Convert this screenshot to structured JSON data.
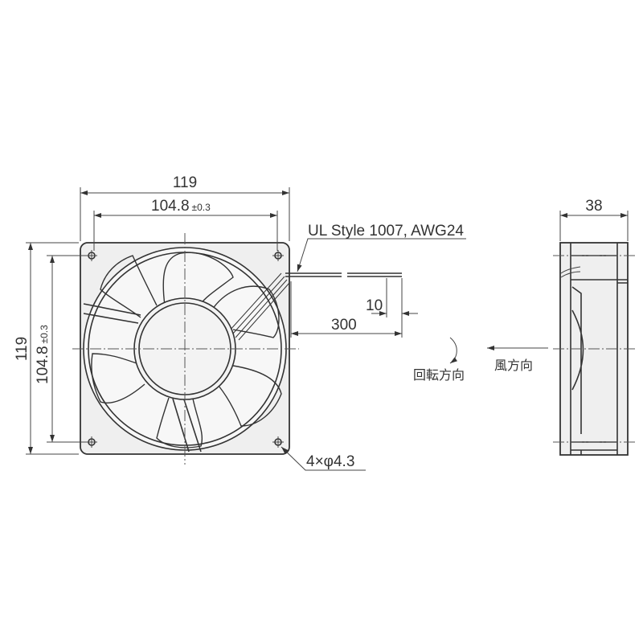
{
  "front_view": {
    "overall_width": "119",
    "hole_pitch_width": "104.8",
    "hole_pitch_width_tol": "±0.3",
    "overall_height": "119",
    "hole_pitch_height": "104.8",
    "hole_pitch_height_tol": "±0.3",
    "cable_spec": "UL Style 1007, AWG24",
    "cable_length": "300",
    "strip_length": "10",
    "mounting_holes": "4×φ4.3",
    "rotation_label": "回転方向"
  },
  "side_view": {
    "depth": "38",
    "airflow_label": "風方向"
  }
}
